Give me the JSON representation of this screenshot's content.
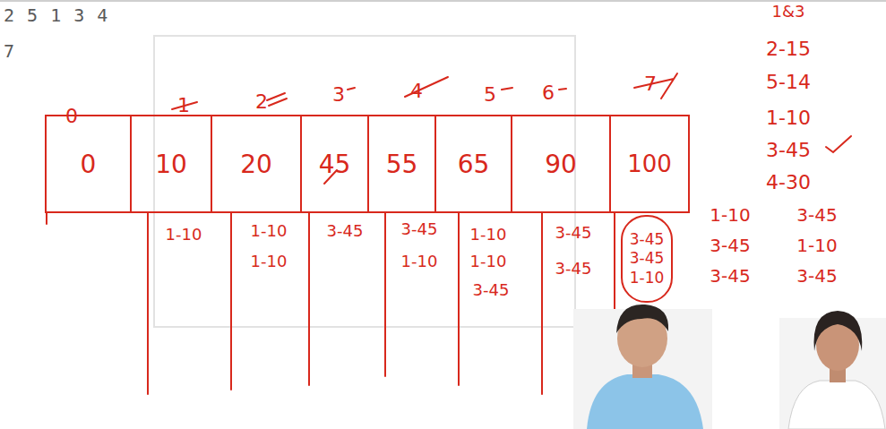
{
  "diagram": {
    "nodes": [
      {
        "text": [
          "0"
        ]
      },
      {
        "text": [
          "10"
        ]
      },
      {
        "text": [
          "20"
        ]
      },
      {
        "text": [
          "45"
        ]
      },
      {
        "text": [
          "55"
        ]
      },
      {
        "text": [
          "65"
        ]
      },
      {
        "text": [
          "90"
        ]
      },
      {
        "text": [
          "100"
        ]
      },
      {
        "text": [
          "3-45",
          "3-45",
          "1-10"
        ]
      }
    ],
    "labels": [
      "2 5 1 3 4",
      "7",
      "1&3",
      "2-15",
      "5-14",
      "1-10",
      "3-45",
      "4-30",
      "0",
      "1",
      "2",
      "3",
      "4",
      "5",
      "6",
      "7",
      "1-10",
      "1-10",
      "1-10",
      "3-45",
      "3-45",
      "1-10",
      "1-10",
      "1-10",
      "3-45",
      "3-45",
      "3-45",
      "1-10",
      "3-45",
      "3-45",
      "1-10",
      "3-45",
      "3-45"
    ]
  }
}
